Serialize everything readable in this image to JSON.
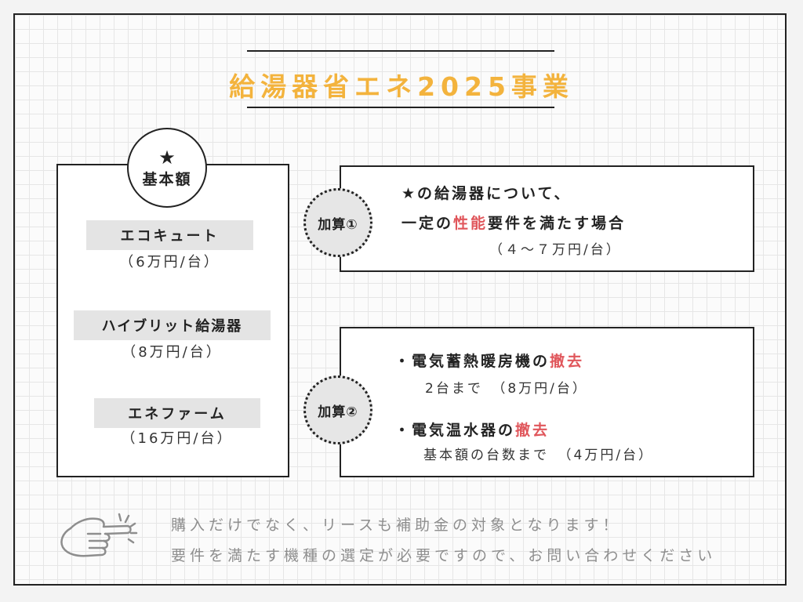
{
  "title": "給湯器省エネ2025事業",
  "base": {
    "star": "★",
    "label": "基本額",
    "items": [
      {
        "name": "エコキュート",
        "price": "（6万円/台）"
      },
      {
        "name": "ハイブリット給湯器",
        "price": "（8万円/台）"
      },
      {
        "name": "エネファーム",
        "price": "（16万円/台）"
      }
    ]
  },
  "addition1": {
    "badge": "加算①",
    "line1": "★の給湯器について、",
    "line2_pre": "一定の",
    "line2_highlight": "性能",
    "line2_post": "要件を満たす場合",
    "line3": "（４～７万円/台）"
  },
  "addition2": {
    "badge": "加算②",
    "item1_pre": "・電気蓄熱暖房機の",
    "item1_highlight": "撤去",
    "item1_detail": "2台まで　（8万円/台）",
    "item2_pre": "・電気温水器の",
    "item2_highlight": "撤去",
    "item2_detail": "基本額の台数まで　（4万円/台）"
  },
  "footer": {
    "line1": "購入だけでなく、リースも補助金の対象となります！",
    "line2": "要件を満たす機種の選定が必要ですので、お問い合わせください"
  },
  "icons": {
    "pointer": "pointing-hand-icon"
  },
  "colors": {
    "title": "#f3b33d",
    "highlight": "#e0565b",
    "footer_text": "#8e8e8e"
  }
}
